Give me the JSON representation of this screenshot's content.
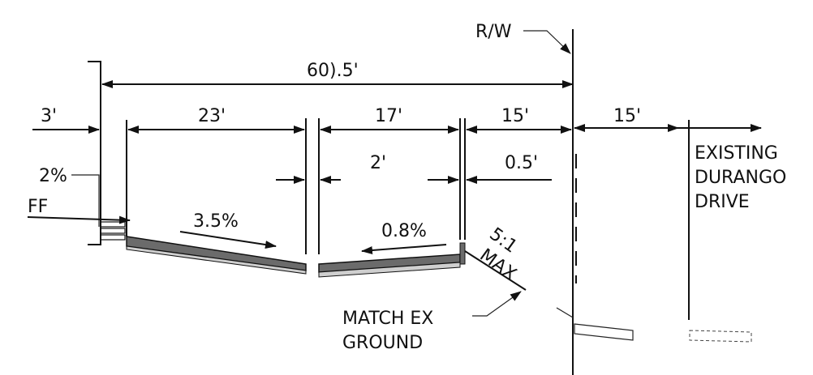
{
  "labels": {
    "rw": "R/W",
    "overall_width": "60).5'",
    "dim_3": "3'",
    "dim_23": "23'",
    "dim_17": "17'",
    "dim_15_left": "15'",
    "dim_15_right": "15'",
    "dim_2": "2'",
    "dim_05": "0.5'",
    "pct_2": "2%",
    "ff": "FF",
    "slope_35": "3.5%",
    "slope_08": "0.8%",
    "slope_51": "5:1",
    "max": "MAX",
    "match_line1": "MATCH EX",
    "match_line2": "GROUND",
    "existing_line1": "EXISTING",
    "existing_line2": "DURANGO",
    "existing_line3": "DRIVE"
  },
  "colors": {
    "ink": "#111111",
    "pavement_fill": "#6b6b6b",
    "base_fill": "#cfcfcf"
  }
}
